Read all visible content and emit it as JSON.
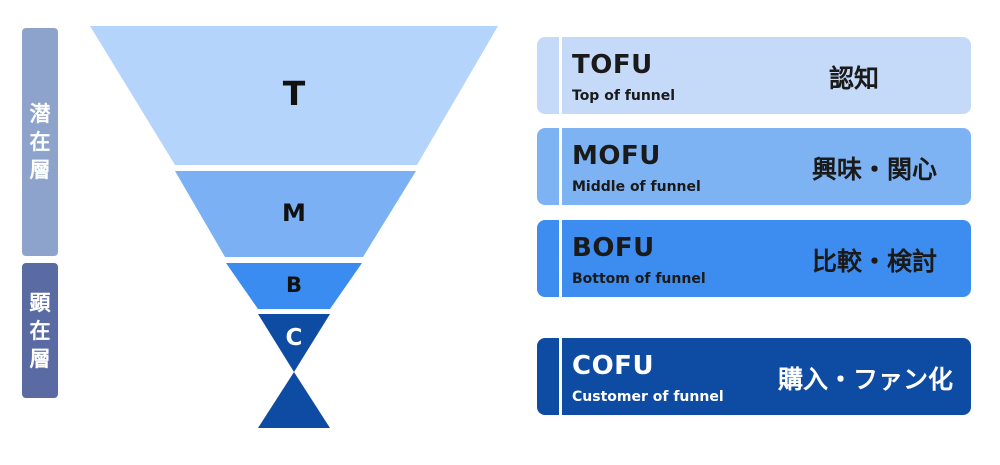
{
  "colors": {
    "latent_label": "#8ea3cc",
    "manifest_label": "#5a6aa3",
    "tofu": "#c4daf8",
    "mofu": "#7db2f3",
    "bofu": "#3d8df0",
    "cofu": "#0e4ba3"
  },
  "side_labels": {
    "latent": [
      "潜",
      "在",
      "層"
    ],
    "manifest": [
      "顕",
      "在",
      "層"
    ]
  },
  "funnel": {
    "t": "T",
    "m": "M",
    "b": "B",
    "c": "C"
  },
  "stages": {
    "tofu": {
      "code": "TOFU",
      "sub": "Top of funnel",
      "jp": "認知"
    },
    "mofu": {
      "code": "MOFU",
      "sub": "Middle of funnel",
      "jp": "興味・関心"
    },
    "bofu": {
      "code": "BOFU",
      "sub": "Bottom of funnel",
      "jp": "比較・検討"
    },
    "cofu": {
      "code": "COFU",
      "sub": "Customer of funnel",
      "jp": "購入・ファン化"
    }
  }
}
